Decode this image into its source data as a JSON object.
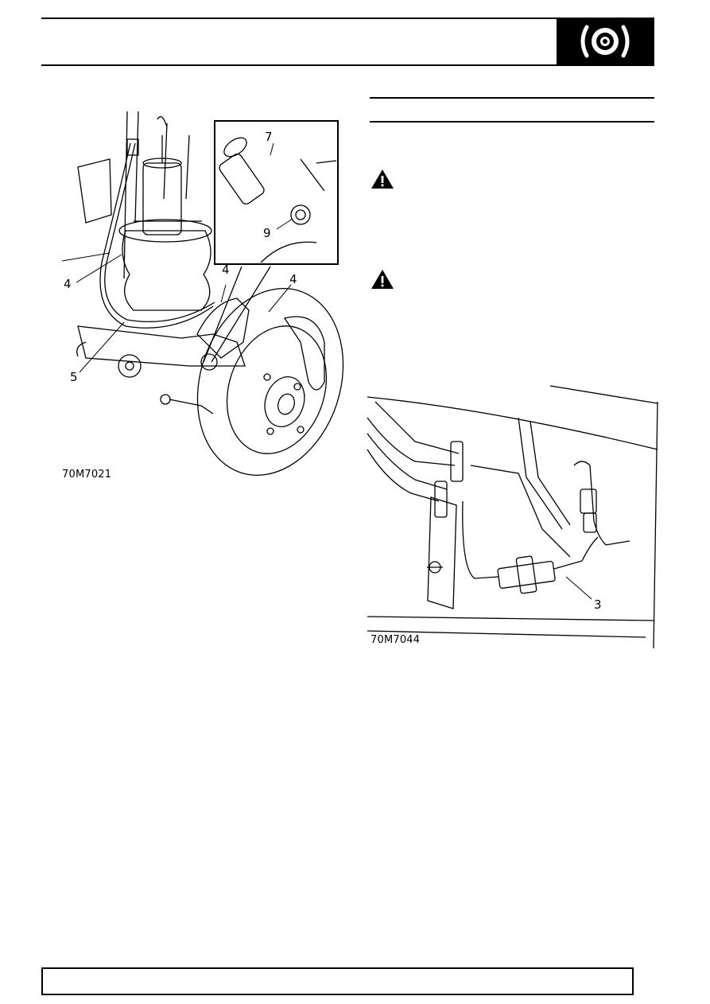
{
  "header": {
    "section_icon": "brake-disc-icon",
    "colors": {
      "ink": "#000000",
      "paper": "#ffffff"
    }
  },
  "figures": [
    {
      "id": "70M7021",
      "caption": "70M7021",
      "callouts": [
        "4",
        "4",
        "4",
        "5",
        "7",
        "9"
      ]
    },
    {
      "id": "70M7044",
      "caption": "70M7044",
      "callouts": [
        "3"
      ]
    }
  ],
  "warnings": [
    {
      "icon": "warning-triangle-icon"
    },
    {
      "icon": "warning-triangle-icon"
    }
  ]
}
